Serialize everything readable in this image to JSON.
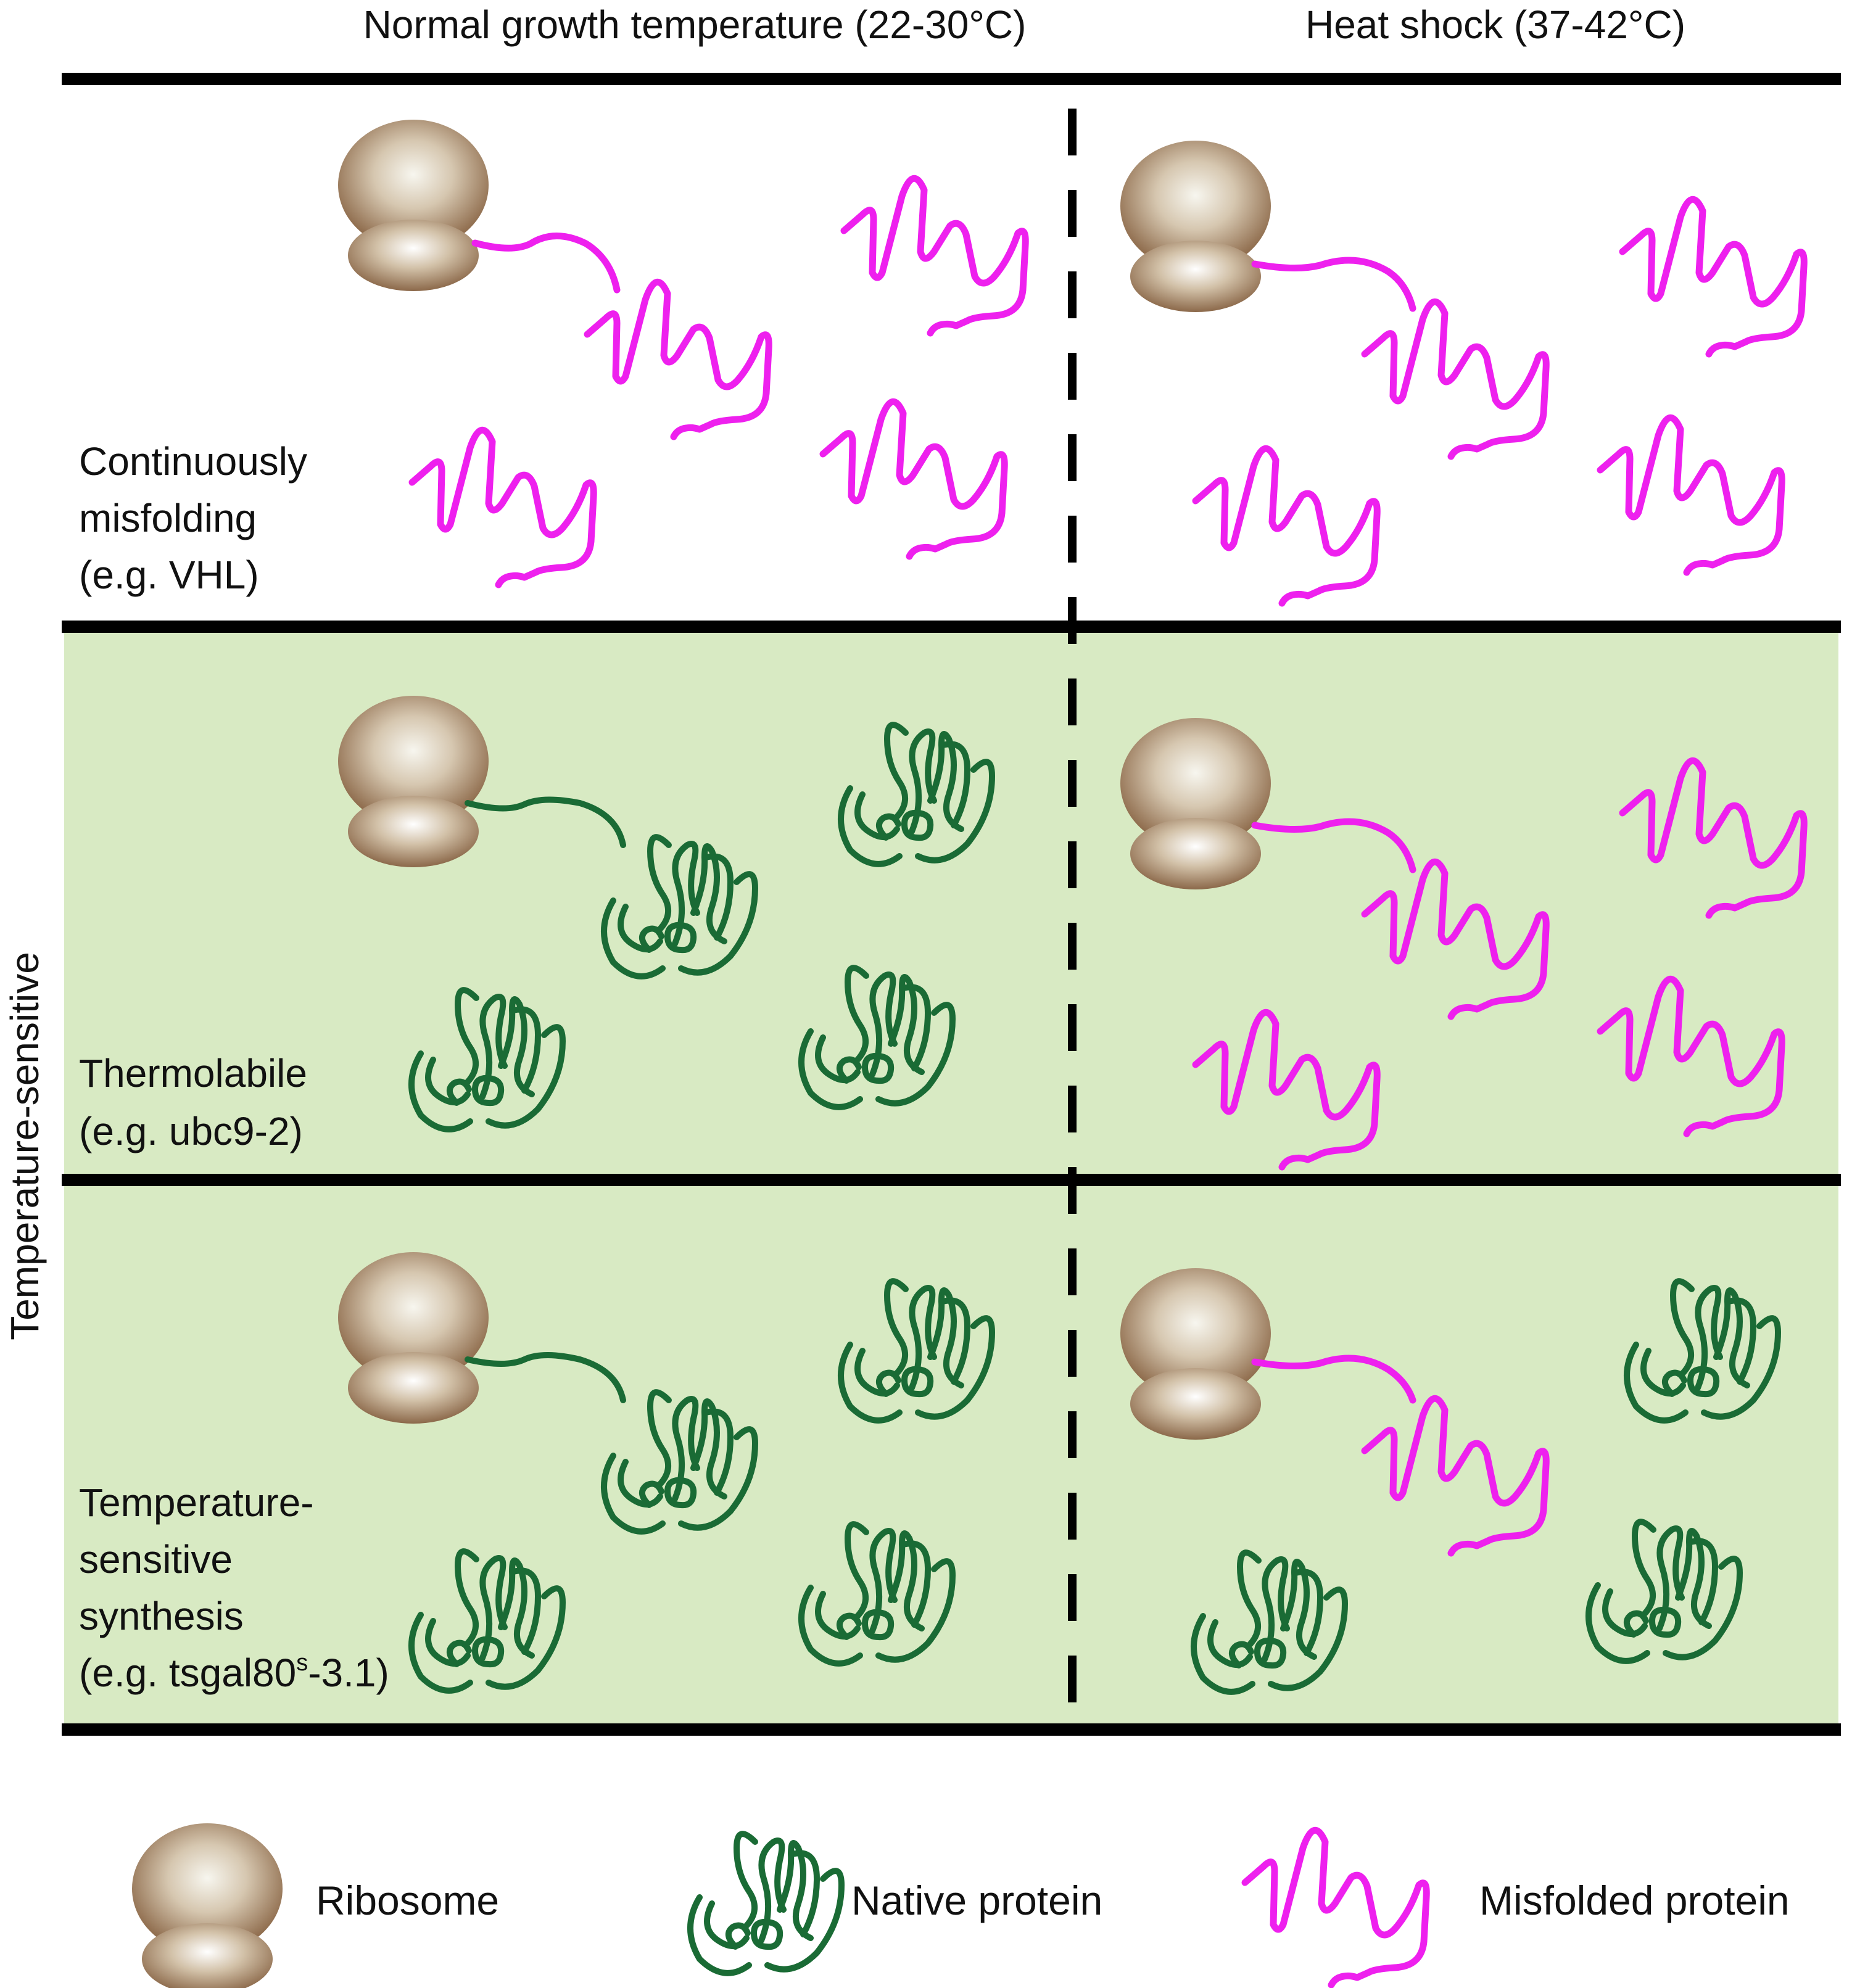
{
  "headers": {
    "normal": "Normal growth temperature (22-30°C)",
    "heat": "Heat shock (37-42°C)"
  },
  "side_label": "Temperature-sensitive",
  "rows": [
    {
      "lines": [
        "Continuously",
        "misfolding",
        "(e.g. VHL)"
      ],
      "normal_state": "misfolded",
      "heat_state": "misfolded"
    },
    {
      "lines": [
        "Thermolabile",
        "(e.g. ubc9-2)"
      ],
      "normal_state": "native",
      "heat_state": "misfolded"
    },
    {
      "lines": [
        "Temperature-",
        "sensitive",
        "synthesis"
      ],
      "last_line": {
        "prefix": "(e.g. tsgal80",
        "sup": "s",
        "suffix": "-3.1)"
      },
      "normal_state": "native",
      "heat_state": "native_with_misfolded_nascent"
    }
  ],
  "legend": {
    "ribosome": "Ribosome",
    "native": "Native protein",
    "misfolded": "Misfolded protein"
  },
  "colors": {
    "misfolded": "#ee20ee",
    "native": "#1a6b35",
    "panel_green": "#d8eac3",
    "ribosome_dark": "#8e6a4a",
    "ribosome_light": "#f4f1e8",
    "rule": "#000000"
  }
}
